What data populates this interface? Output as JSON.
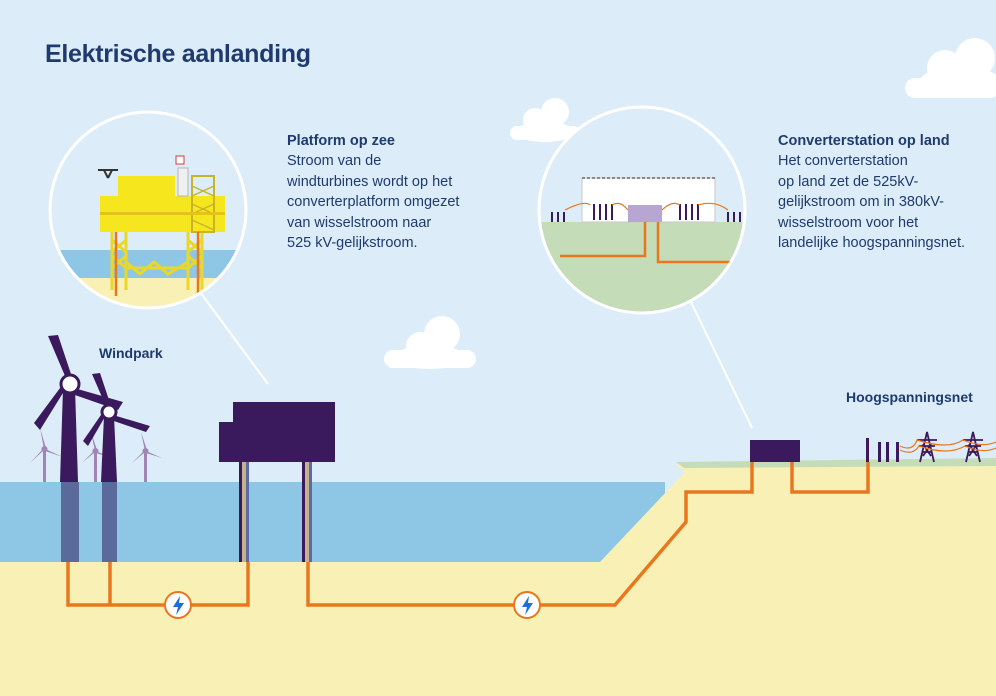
{
  "title": "Elektrische aanlanding",
  "platform": {
    "heading": "Platform op zee",
    "lines": [
      "Stroom van de",
      "windturbines wordt op het",
      "converterplatform omgezet",
      "van wisselstroom naar",
      "525 kV-gelijkstroom."
    ]
  },
  "converter": {
    "heading": "Converterstation op land",
    "lines": [
      "Het converterstation",
      "op land zet de 525kV-",
      "gelijkstroom om in 380kV-",
      "wisselstroom voor het",
      "landelijke hoogspanningsnet."
    ]
  },
  "labels": {
    "windpark": "Windpark",
    "hoogspanningsnet": "Hoogspanningsnet"
  },
  "icons": {
    "cable_node": "lightning-bolt-icon",
    "pylon": "power-pylon-icon",
    "turbine": "wind-turbine-icon",
    "cloud": "cloud-icon"
  },
  "colors": {
    "sky": "#dcedf9",
    "sea": "#8ec7e6",
    "sand": "#f8f0b4",
    "land": "#c5dcb8",
    "cable": "#e8771e",
    "structure": "#3a1a5c",
    "platform_yellow": "#f5e61e",
    "text": "#1f3a6e",
    "bolt": "#1b6fd6"
  }
}
